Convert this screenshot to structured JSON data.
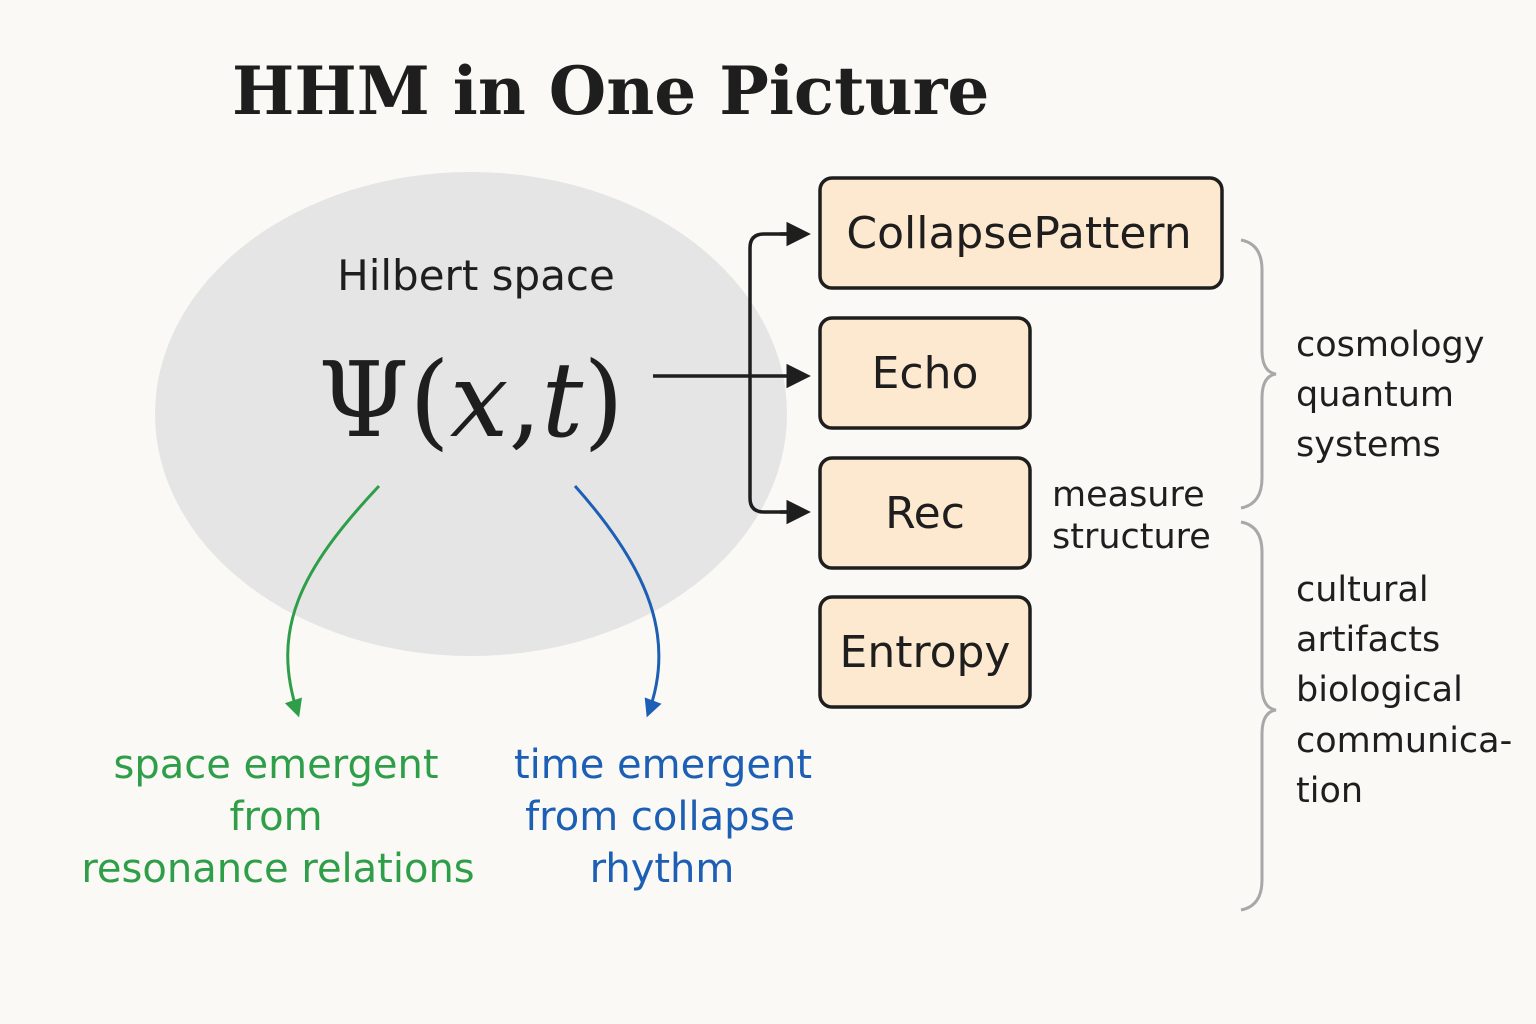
{
  "title": "HHM in One Picture",
  "hilbert": {
    "label": "Hilbert space",
    "psi_symbol": "Ψ",
    "psi_open": "(",
    "psi_x": "x",
    "psi_comma": ",",
    "psi_t": "t",
    "psi_close": ")"
  },
  "boxes": {
    "collapse_pattern": "CollapsePattern",
    "echo": "Echo",
    "rec": "Rec",
    "entropy": "Entropy"
  },
  "rec_note": [
    "measure",
    "structure"
  ],
  "upper_group": [
    "cosmology",
    "quantum",
    "systems"
  ],
  "lower_group": [
    "cultural",
    "artifacts",
    "biological",
    "communica-",
    "tion"
  ],
  "space_label": [
    "space emergent",
    "from",
    "resonance relations"
  ],
  "time_label": [
    "time emergent",
    "from collapse",
    "rhythm"
  ],
  "colors": {
    "background": "#faf9f5",
    "ellipse": "#e5e5e5",
    "box_fill": "#fde9cf",
    "green": "#2e9e48",
    "blue": "#1c5fb4",
    "brace": "#a8a8a8",
    "ink": "#1e1e1e"
  }
}
